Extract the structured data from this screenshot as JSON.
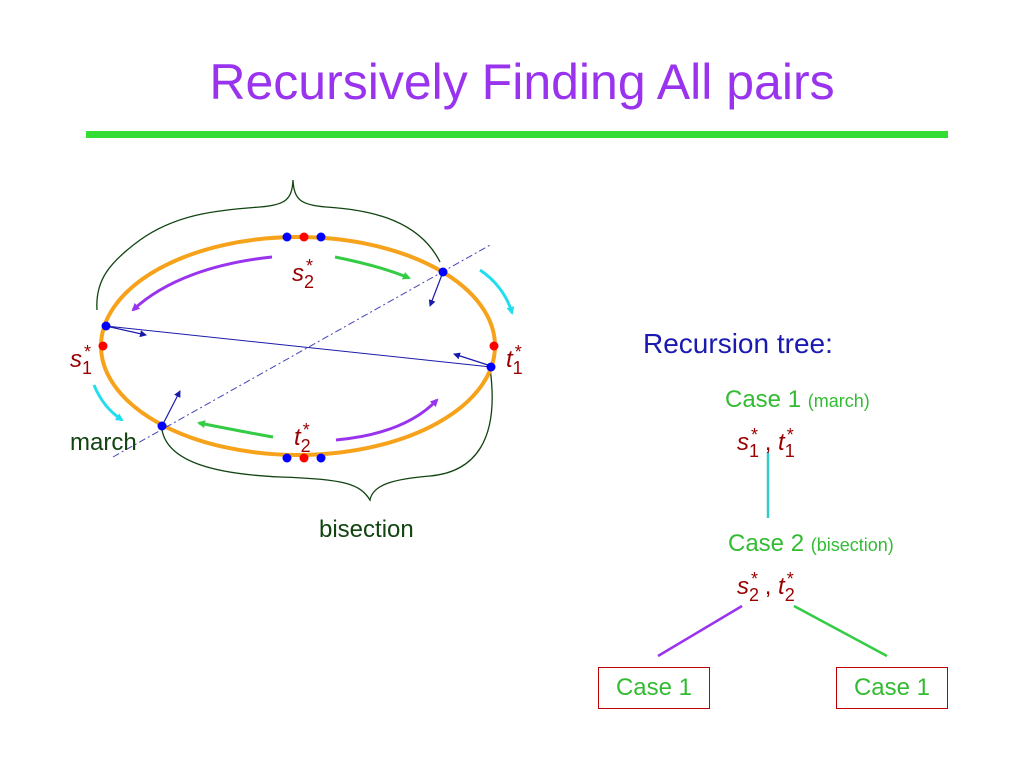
{
  "title": "Recursively Finding All pairs",
  "colors": {
    "title": "#9933ee",
    "rule": "#33dd33",
    "ellipse": "#f7a21b",
    "purple": "#9933ee",
    "green": "#33cc44",
    "cyan": "#22ddee",
    "navy": "#1a1aaa",
    "blue": "#0000ff",
    "red": "#ff0000",
    "dark_red": "#990000",
    "dark_green": "#114411",
    "text_blue": "#1a1ab0",
    "case_green": "#33bb33",
    "tree_line": "#33cccc"
  },
  "diagram": {
    "s_label": "s",
    "t_label": "t",
    "sub1": "1",
    "sub2": "2",
    "star": "*",
    "march_label": "march",
    "bisection_label": "bisection"
  },
  "tree": {
    "heading": "Recursion tree:",
    "case1_label": "Case 1",
    "case1_note": "(march)",
    "case2_label": "Case 2",
    "case2_note": "(bisection)",
    "comma": ",",
    "leaf_left": "Case 1",
    "leaf_right": "Case 1"
  }
}
